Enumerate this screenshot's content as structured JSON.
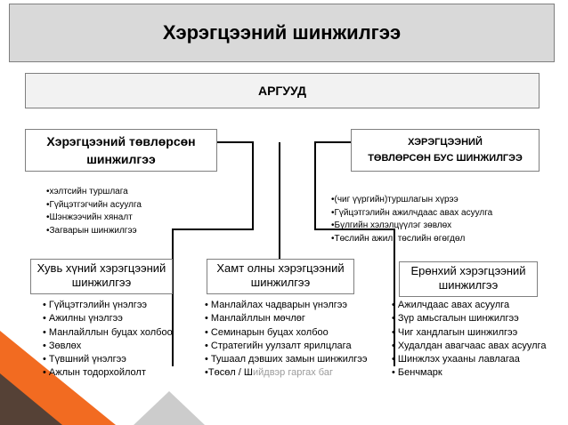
{
  "title": "Хэрэгцээний шинжилгээ",
  "method_label": "АРГУУД",
  "center_lines": {
    "stroke": "#000000"
  },
  "categories": {
    "left": {
      "line1": "Хэрэгцээний төвлөрсөн",
      "line2": "шинжилгээ",
      "items": [
        "•хэлтсийн туршлага",
        "•Гүйцэтгэгчийн асуулга",
        "•Шэнжээчийн хяналт",
        "•Загварын шинжилгээ"
      ]
    },
    "right": {
      "line1": "ХЭРЭГЦЭЭНИЙ",
      "line2": "ТӨВЛӨРСӨН БУС ШИНЖИЛГЭЭ",
      "items": [
        "•(чиг үүргийн)туршлагын хүрээ",
        "•Гүйцэтгэлийн ажилчдаас авах асуулга",
        "•Бүлгийн хэлэлцүүлэг зөвлөх",
        "•Төслийн ажил, төслийн өгөгдөл"
      ]
    }
  },
  "subgroups": [
    {
      "line1": "Хувь хүний хэрэгцээний",
      "line2": "шинжилгээ",
      "items": [
        "• Гүйцэтгэлийн үнэлгээ",
        "• Ажилны үнэлгээ",
        "• Манлайллын буцах холбоо",
        "• Зөвлөх",
        "• Түвшний үнэлгээ",
        "• Ажлын тодорхойлолт"
      ]
    },
    {
      "line1": "Хамт олны хэрэгцээний",
      "line2": "шинжилгээ",
      "items": [
        "• Манлайлах чадварын үнэлгээ",
        "• Манлайллын мөчлөг",
        "• Семинарын буцах холбоо",
        "• Стратегийн уулзалт ярилцлага",
        "• Тушаал дэвших замын шинжилгээ"
      ],
      "last_item_prefix": "•Төсөл / Ш",
      "last_item_faded": "ийдвэр гаргах баг"
    },
    {
      "line1": "Ерөнхий хэрэгцээний",
      "line2": "шинжилгээ",
      "items": [
        "• Ажилчдаас авах асуулга",
        "• Зүр амьсгалын шинжилгээ",
        "• Чиг хандлагын шинжилгээ",
        "• Худалдан авагчаас авах асуулга",
        "• Шинжлэх ухааны лавлагаа",
        "• Бенчмарк"
      ]
    }
  ],
  "colors": {
    "corner_orange": "#f26b21",
    "corner_dark": "#3a3a3a",
    "corner_light": "#9a9a9a",
    "box_border": "#7f7f7f",
    "title_fill": "#d9d9d9"
  }
}
